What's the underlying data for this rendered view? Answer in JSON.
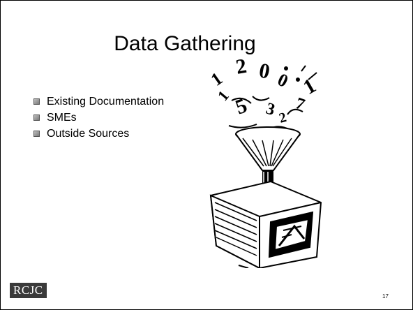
{
  "slide": {
    "title": "Data Gathering",
    "bullets": [
      "Existing Documentation",
      "SMEs",
      "Outside Sources"
    ],
    "logo_text": "RCJC",
    "page_number": "17"
  },
  "illustration": {
    "digits": [
      "1",
      "2",
      "0",
      "0",
      "1",
      "7",
      "5",
      "1",
      "3",
      "2"
    ],
    "icon": "data-funnel-computer-icon"
  }
}
